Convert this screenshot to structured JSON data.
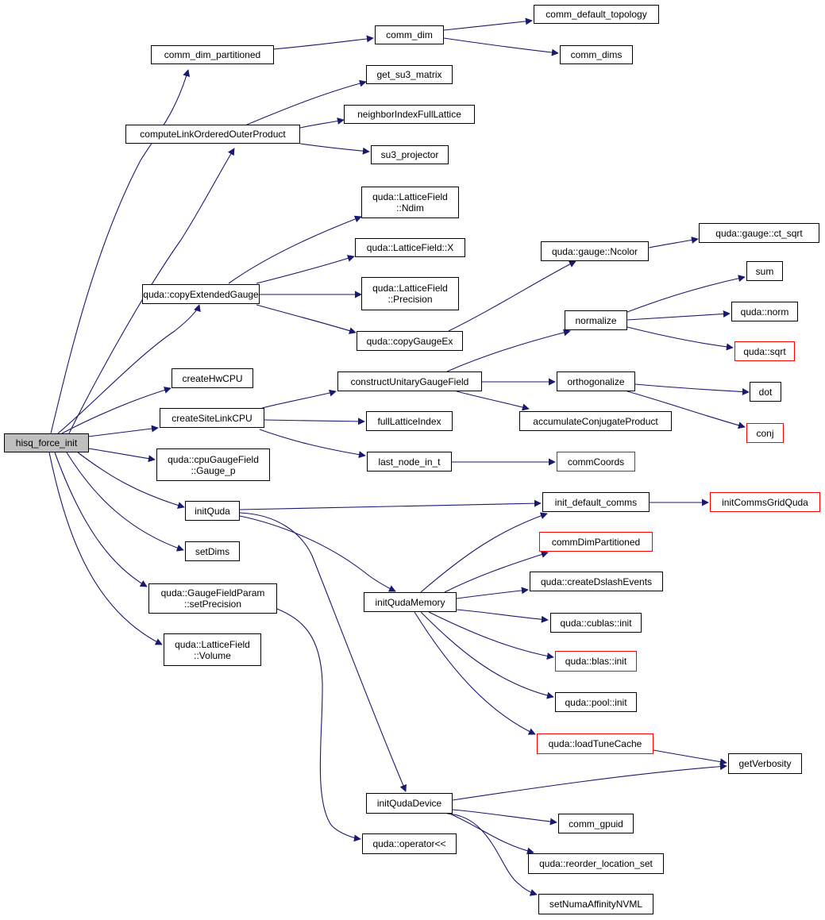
{
  "graph": {
    "edge_color": "#191970",
    "root_fill": "#bfbfbf",
    "link_border": "#000000",
    "external_border": "#ff0000",
    "nodes": [
      {
        "id": "hisq_force_init",
        "lines": [
          "hisq_force_init"
        ],
        "root": true
      },
      {
        "id": "comm_dim_partitioned",
        "lines": [
          "comm_dim_partitioned"
        ]
      },
      {
        "id": "comm_dim",
        "lines": [
          "comm_dim"
        ]
      },
      {
        "id": "comm_default_topology",
        "lines": [
          "comm_default_topology"
        ]
      },
      {
        "id": "comm_dims",
        "lines": [
          "comm_dims"
        ]
      },
      {
        "id": "computeLinkOrderedOuterProduct",
        "lines": [
          "computeLinkOrderedOuterProduct"
        ]
      },
      {
        "id": "get_su3_matrix",
        "lines": [
          "get_su3_matrix"
        ]
      },
      {
        "id": "neighborIndexFullLattice",
        "lines": [
          "neighborIndexFullLattice"
        ]
      },
      {
        "id": "su3_projector",
        "lines": [
          "su3_projector"
        ]
      },
      {
        "id": "latticefield_ndim",
        "lines": [
          "quda::LatticeField",
          "::Ndim"
        ]
      },
      {
        "id": "latticefield_x",
        "lines": [
          "quda::LatticeField::X"
        ]
      },
      {
        "id": "latticefield_precision",
        "lines": [
          "quda::LatticeField",
          "::Precision"
        ]
      },
      {
        "id": "copyExtendedGauge",
        "lines": [
          "quda::copyExtendedGauge"
        ]
      },
      {
        "id": "copyGaugeEx",
        "lines": [
          "quda::copyGaugeEx"
        ]
      },
      {
        "id": "gauge_ncolor",
        "lines": [
          "quda::gauge::Ncolor"
        ]
      },
      {
        "id": "gauge_ct_sqrt",
        "lines": [
          "quda::gauge::ct_sqrt"
        ]
      },
      {
        "id": "sum",
        "lines": [
          "sum"
        ]
      },
      {
        "id": "normalize",
        "lines": [
          "normalize"
        ]
      },
      {
        "id": "quda_norm",
        "lines": [
          "quda::norm"
        ]
      },
      {
        "id": "quda_sqrt",
        "lines": [
          "quda::sqrt"
        ],
        "external": true
      },
      {
        "id": "createHwCPU",
        "lines": [
          "createHwCPU"
        ]
      },
      {
        "id": "constructUnitaryGaugeField",
        "lines": [
          "constructUnitaryGaugeField"
        ]
      },
      {
        "id": "orthogonalize",
        "lines": [
          "orthogonalize"
        ]
      },
      {
        "id": "dot",
        "lines": [
          "dot"
        ]
      },
      {
        "id": "createSiteLinkCPU",
        "lines": [
          "createSiteLinkCPU"
        ]
      },
      {
        "id": "fullLatticeIndex",
        "lines": [
          "fullLatticeIndex"
        ]
      },
      {
        "id": "accumulateConjugateProduct",
        "lines": [
          "accumulateConjugateProduct"
        ]
      },
      {
        "id": "conj",
        "lines": [
          "conj"
        ],
        "external": true
      },
      {
        "id": "cpuGaugeField_gauge_p",
        "lines": [
          "quda::cpuGaugeField",
          "::Gauge_p"
        ]
      },
      {
        "id": "last_node_in_t",
        "lines": [
          "last_node_in_t"
        ]
      },
      {
        "id": "commCoords",
        "lines": [
          "commCoords"
        ],
        "external": true
      },
      {
        "id": "initQuda",
        "lines": [
          "initQuda"
        ]
      },
      {
        "id": "init_default_comms",
        "lines": [
          "init_default_comms"
        ]
      },
      {
        "id": "initCommsGridQuda",
        "lines": [
          "initCommsGridQuda"
        ],
        "external": true
      },
      {
        "id": "commDimPartitioned",
        "lines": [
          "commDimPartitioned"
        ],
        "external": true
      },
      {
        "id": "setDims",
        "lines": [
          "setDims"
        ]
      },
      {
        "id": "createDslashEvents",
        "lines": [
          "quda::createDslashEvents"
        ]
      },
      {
        "id": "setPrecision",
        "lines": [
          "quda::GaugeFieldParam",
          "::setPrecision"
        ]
      },
      {
        "id": "initQudaMemory",
        "lines": [
          "initQudaMemory"
        ]
      },
      {
        "id": "cublas_init",
        "lines": [
          "quda::cublas::init"
        ]
      },
      {
        "id": "latticefield_volume",
        "lines": [
          "quda::LatticeField",
          "::Volume"
        ]
      },
      {
        "id": "blas_init",
        "lines": [
          "quda::blas::init"
        ],
        "external": true
      },
      {
        "id": "pool_init",
        "lines": [
          "quda::pool::init"
        ]
      },
      {
        "id": "loadTuneCache",
        "lines": [
          "quda::loadTuneCache"
        ],
        "external": true
      },
      {
        "id": "getVerbosity",
        "lines": [
          "getVerbosity"
        ]
      },
      {
        "id": "initQudaDevice",
        "lines": [
          "initQudaDevice"
        ]
      },
      {
        "id": "comm_gpuid",
        "lines": [
          "comm_gpuid"
        ]
      },
      {
        "id": "quda_operator_lshift",
        "lines": [
          "quda::operator<<"
        ]
      },
      {
        "id": "reorder_location_set",
        "lines": [
          "quda::reorder_location_set"
        ]
      },
      {
        "id": "setNumaAffinityNVML",
        "lines": [
          "setNumaAffinityNVML"
        ]
      }
    ]
  }
}
